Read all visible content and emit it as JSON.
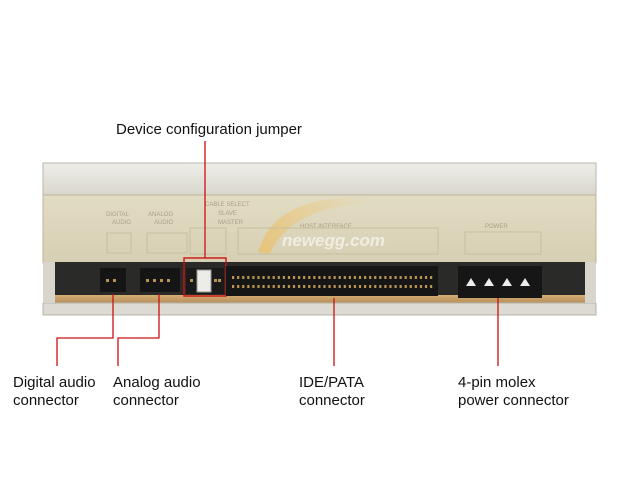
{
  "labels": {
    "jumper": "Device configuration jumper",
    "digital": [
      "Digital audio",
      "connector"
    ],
    "analog": [
      "Analog audio",
      "connector"
    ],
    "ide": [
      "IDE/PATA",
      "connector"
    ],
    "molex": [
      "4-pin molex",
      "power connector"
    ]
  },
  "panel_print": {
    "digital_audio": [
      "DIGITAL",
      "AUDIO"
    ],
    "analog_audio": [
      "ANALOG",
      "AUDIO"
    ],
    "cable_select": [
      "CABLE SELECT",
      "SLAVE",
      "MASTER"
    ],
    "host_interface": "HOST INTERFACE",
    "power": "POWER"
  },
  "watermark": "newegg.com",
  "colors": {
    "callout": "#cc1111",
    "bezel": "#e4e2d8",
    "rear_panel": "#ddd6bd",
    "pcb": "#c8a068",
    "connector": "#1c1c1c",
    "pin": "#b89450"
  },
  "ide_pins_per_row": 40
}
